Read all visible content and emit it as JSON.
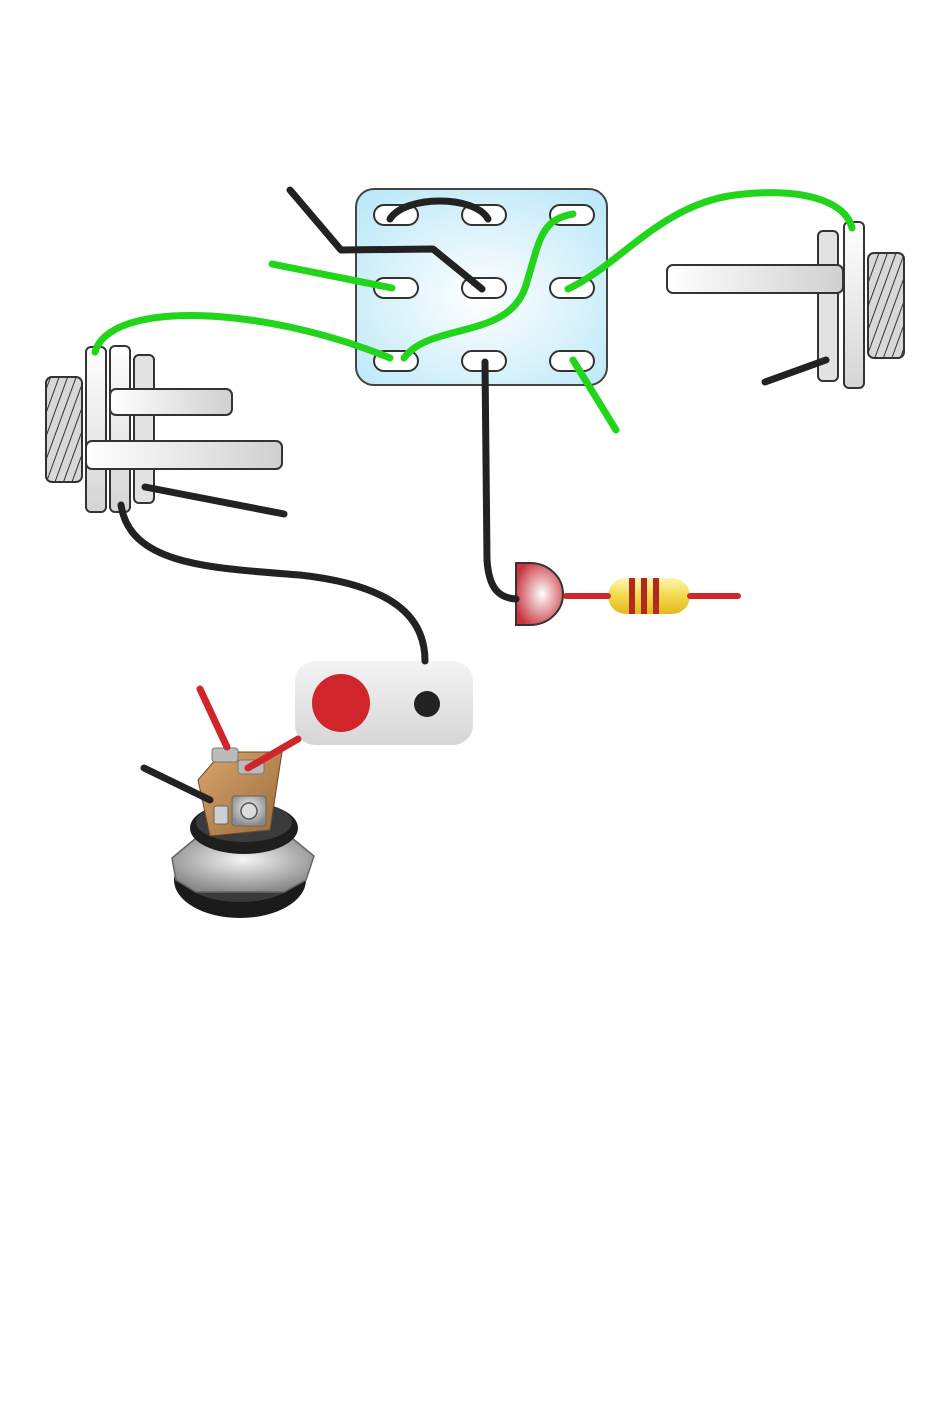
{
  "diagram": {
    "colors": {
      "background": "#ffffff",
      "wire_green": "#22d41a",
      "wire_black": "#222222",
      "wire_red": "#d0262b",
      "switch_body": "#cdeffb",
      "outline": "#333333",
      "component_fill": "#e6e6e6",
      "led_red": "#c7343c",
      "resistor_body": "#f2d84a",
      "resistor_band": "#b02a1d",
      "dc_plug_bg": "#e4e4e4"
    },
    "components": [
      {
        "id": "footswitch-3pdt",
        "icon": "3pdt-switch-icon",
        "lugs": 9
      },
      {
        "id": "input-jack",
        "icon": "mono-jack-icon"
      },
      {
        "id": "output-jack",
        "icon": "mono-jack-icon"
      },
      {
        "id": "led",
        "icon": "led-icon"
      },
      {
        "id": "resistor",
        "icon": "resistor-icon"
      },
      {
        "id": "dc-plug-symbol",
        "icon": "dc-plug-icon"
      },
      {
        "id": "dc-jack",
        "icon": "dc-power-jack-icon"
      }
    ]
  }
}
